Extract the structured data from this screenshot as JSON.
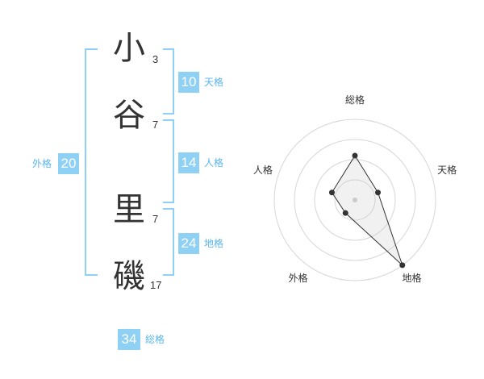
{
  "characters": [
    {
      "kanji": "小",
      "strokes": "3"
    },
    {
      "kanji": "谷",
      "strokes": "7"
    },
    {
      "kanji": "里",
      "strokes": "7"
    },
    {
      "kanji": "磯",
      "strokes": "17"
    }
  ],
  "fortunes": {
    "tenkaku": {
      "label": "天格",
      "value": "10"
    },
    "jinkaku": {
      "label": "人格",
      "value": "14"
    },
    "chikaku": {
      "label": "地格",
      "value": "24"
    },
    "gaikaku": {
      "label": "外格",
      "value": "20"
    },
    "soukaku": {
      "label": "総格",
      "value": "34"
    }
  },
  "colors": {
    "accent": "#8fd0f5",
    "label": "#5bb6ea"
  },
  "chart_data": {
    "type": "radar",
    "axes": [
      "総格",
      "天格",
      "地格",
      "外格",
      "人格"
    ],
    "values": [
      0.55,
      0.3,
      1.0,
      0.2,
      0.3
    ],
    "rings": 4,
    "range": [
      0,
      1
    ]
  }
}
